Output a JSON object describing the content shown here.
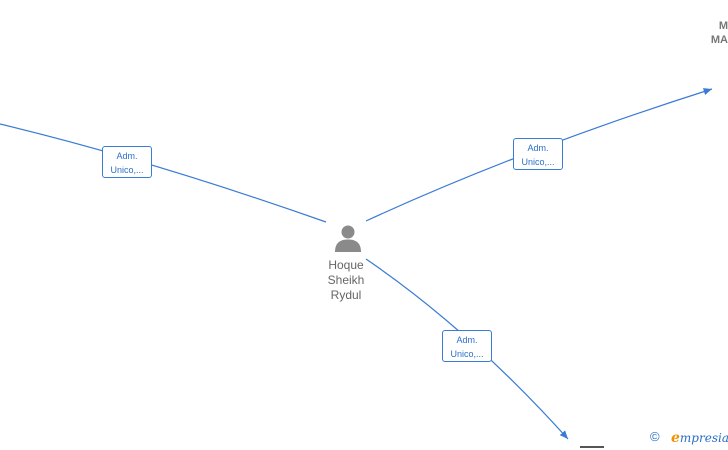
{
  "nodes": {
    "center": {
      "name_lines": [
        "Hoque",
        "Sheikh",
        "Rydul"
      ],
      "icon": "person-icon"
    },
    "top_right": {
      "name_lines": [
        "M",
        "MA"
      ]
    }
  },
  "edges": [
    {
      "label_lines": [
        "Adm.",
        "Unico,..."
      ]
    },
    {
      "label_lines": [
        "Adm.",
        "Unico,..."
      ]
    },
    {
      "label_lines": [
        "Adm.",
        "Unico,..."
      ]
    }
  ],
  "footer": {
    "copyright_symbol": "©",
    "brand_initial": "e",
    "brand_rest": "mpresia"
  },
  "colors": {
    "edge": "#3a7bd5",
    "brand_blue": "#2a6fc9",
    "brand_orange": "#f39200"
  }
}
